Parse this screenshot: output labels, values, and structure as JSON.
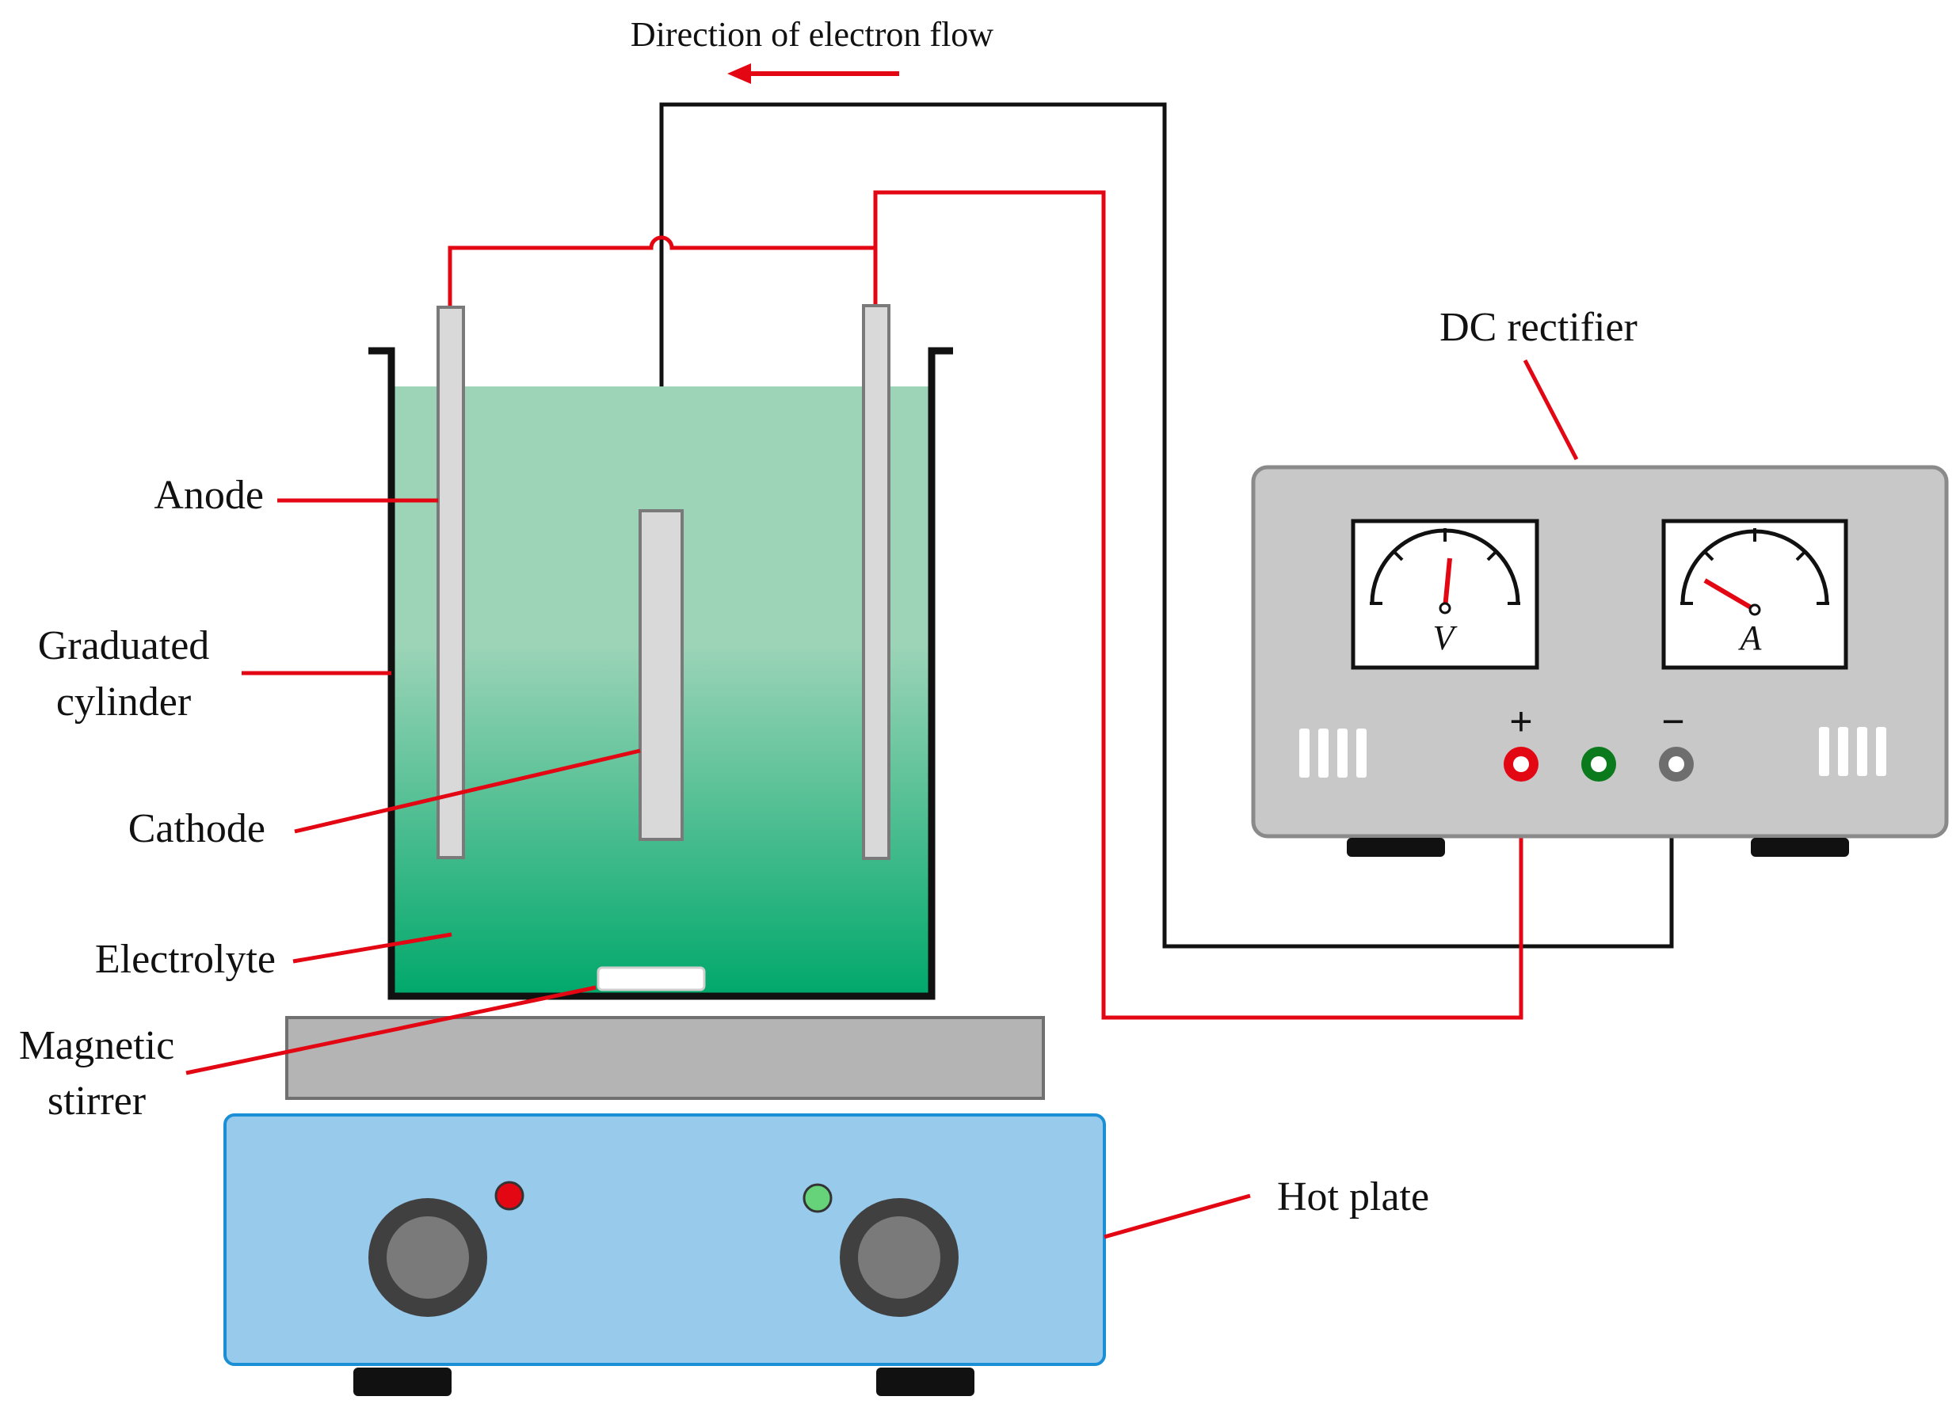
{
  "diagram": {
    "flow_label": "Direction of electron flow",
    "labels": {
      "anode": "Anode",
      "graduated_cylinder_line1": "Graduated",
      "graduated_cylinder_line2": "cylinder",
      "cathode": "Cathode",
      "electrolyte": "Electrolyte",
      "magnetic_stirrer_line1": "Magnetic",
      "magnetic_stirrer_line2": "stirrer",
      "dc_rectifier": "DC rectifier",
      "hot_plate": "Hot plate"
    },
    "rectifier": {
      "voltmeter_symbol": "V",
      "ammeter_symbol": "A",
      "positive_symbol": "+",
      "negative_symbol": "−"
    },
    "colors": {
      "positive_wire": "#e30613",
      "negative_wire": "#111111",
      "electrolyte_top": "#9dd4b8",
      "electrolyte_bottom": "#00a86b",
      "rectifier_body": "#c8c8c8",
      "hot_plate_body": "#98caec",
      "hot_plate_top": "#b4b4b4"
    }
  }
}
